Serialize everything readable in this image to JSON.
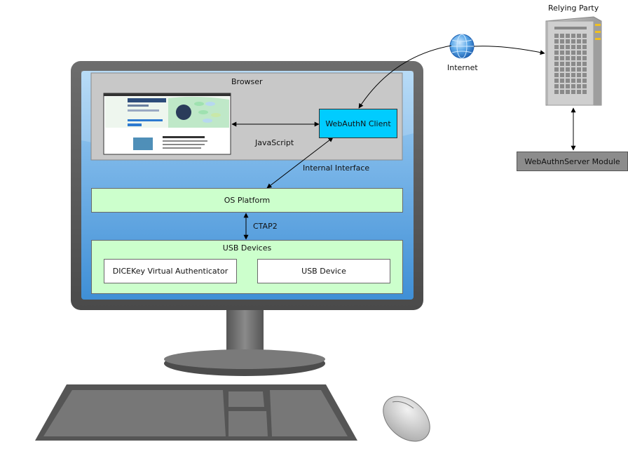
{
  "relying_party": {
    "label": "Relying Party"
  },
  "internet": {
    "label": "Internet"
  },
  "server_module": {
    "label": "WebAuthnServer Module"
  },
  "browser": {
    "label": "Browser"
  },
  "webauthn_client": {
    "label": "WebAuthN Client"
  },
  "edges": {
    "javascript": "JavaScript",
    "internal_interface": "Internal Interface",
    "ctap2": "CTAP2"
  },
  "os_platform": {
    "label": "OS Platform"
  },
  "usb_devices": {
    "label": "USB Devices",
    "items": [
      "DICEKey Virtual Authenticator",
      "USB Device"
    ]
  },
  "colors": {
    "client_fill": "#00ccff",
    "platform_fill": "#ccffcc",
    "server_module_fill": "#8c8c8c",
    "browser_fill": "#c8c8c8",
    "screen_blue": "#4f9ad9"
  },
  "icons": [
    "globe-icon",
    "server-rack-icon",
    "browser-screenshot-thumbnail",
    "monitor-illustration",
    "keyboard-illustration",
    "mouse-illustration"
  ]
}
